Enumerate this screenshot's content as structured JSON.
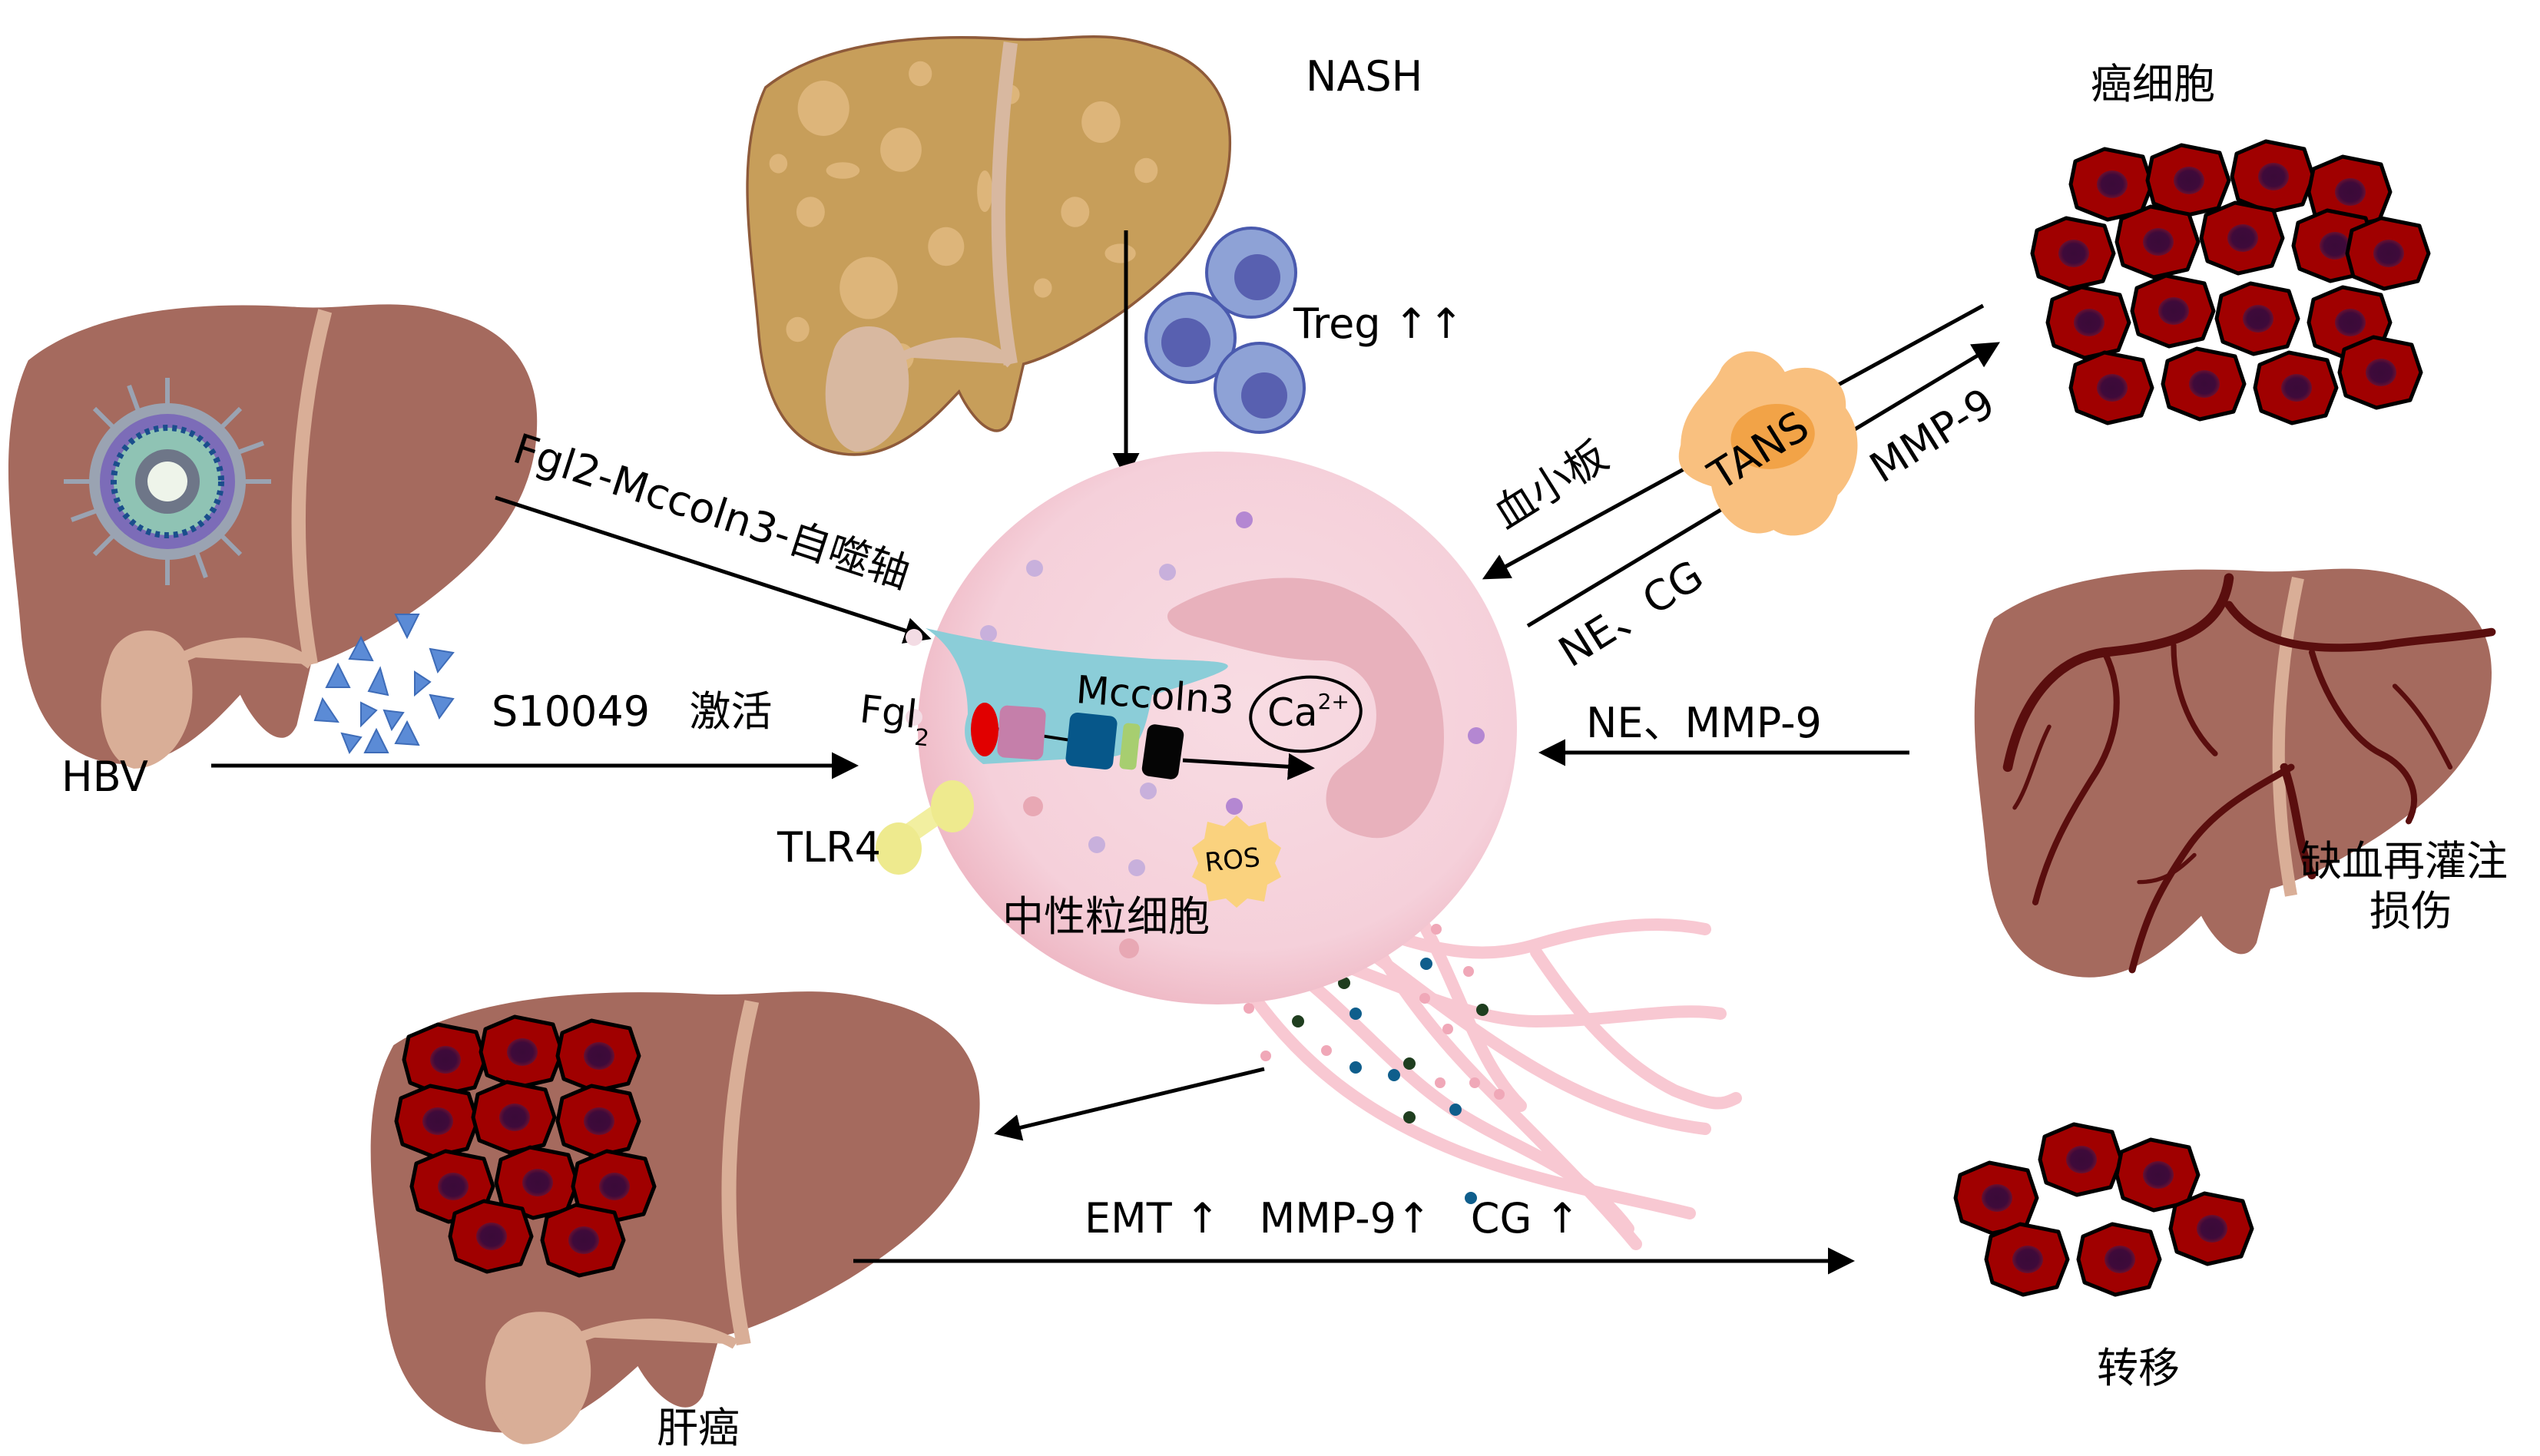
{
  "title": "Neutrophils in liver disease schematic",
  "labels": {
    "nash": "NASH",
    "treg": "Treg ↑↑",
    "hbv": "HBV",
    "fgl2_axis": "Fgl2-Mccoln3-自噬轴",
    "s10049": "S10049   激活",
    "fgl2": "Fgl",
    "fgl2_sub": "2",
    "mccoln3": "Mccoln3",
    "ca": "Ca",
    "ca_sup": "2+",
    "tlr4": "TLR4",
    "ros": "ROS",
    "neutrophil": "中性粒细胞",
    "cancer_cells": "癌细胞",
    "platelet": "血小板",
    "tans": "TANS",
    "mmp9_top": "MMP-9",
    "ne_cg": "NE、CG",
    "ne_mmp9": "NE、MMP-9",
    "ischemia_line1": "缺血再灌注",
    "ischemia_line2": "损伤",
    "hcc": "肝癌",
    "metastasis": "转移",
    "emt_markers": "EMT ↑   MMP-9↑   CG ↑"
  },
  "colors": {
    "liver": "#A56A5E",
    "liver_band": "#D9AE97",
    "nash_liver": "#C79E5A",
    "nash_spot": "#DDB57A",
    "neutrophil_body": "#F6D2DC",
    "neutrophil_nucleus": "#E8B1BC",
    "cancer_cell": "#A00000",
    "cancer_nucleus": "#3E0A3A",
    "treg_outer": "#8EA2D6",
    "treg_inner": "#5860B0",
    "tans": "#F9C07F",
    "tans_nucleus": "#F2A347",
    "net_fiber": "#F8C8D2",
    "ros": "#FAD27E",
    "tlr4": "#EEEA8E",
    "s10049": "#5B8BD6",
    "mccoln_channel": "#8BCDD8",
    "vessel": "#5A0E0E"
  }
}
